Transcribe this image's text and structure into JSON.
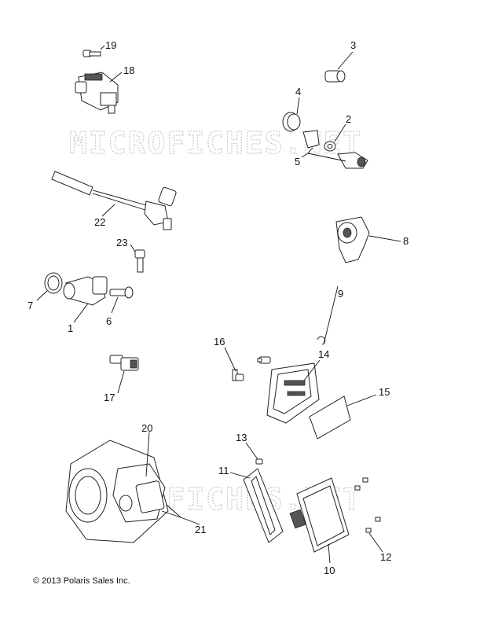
{
  "watermark": "MICROFICHES.NET",
  "copyright": "© 2013 Polaris Sales Inc.",
  "callouts": {
    "c1": "1",
    "c2": "2",
    "c3": "3",
    "c4": "4",
    "c5": "5",
    "c6": "6",
    "c7": "7",
    "c8": "8",
    "c9": "9",
    "c10": "10",
    "c11": "11",
    "c12": "12",
    "c13": "13",
    "c14": "14",
    "c15": "15",
    "c16": "16",
    "c17": "17",
    "c18": "18",
    "c19": "19",
    "c20": "20",
    "c21": "21",
    "c22": "22",
    "c23": "23"
  }
}
